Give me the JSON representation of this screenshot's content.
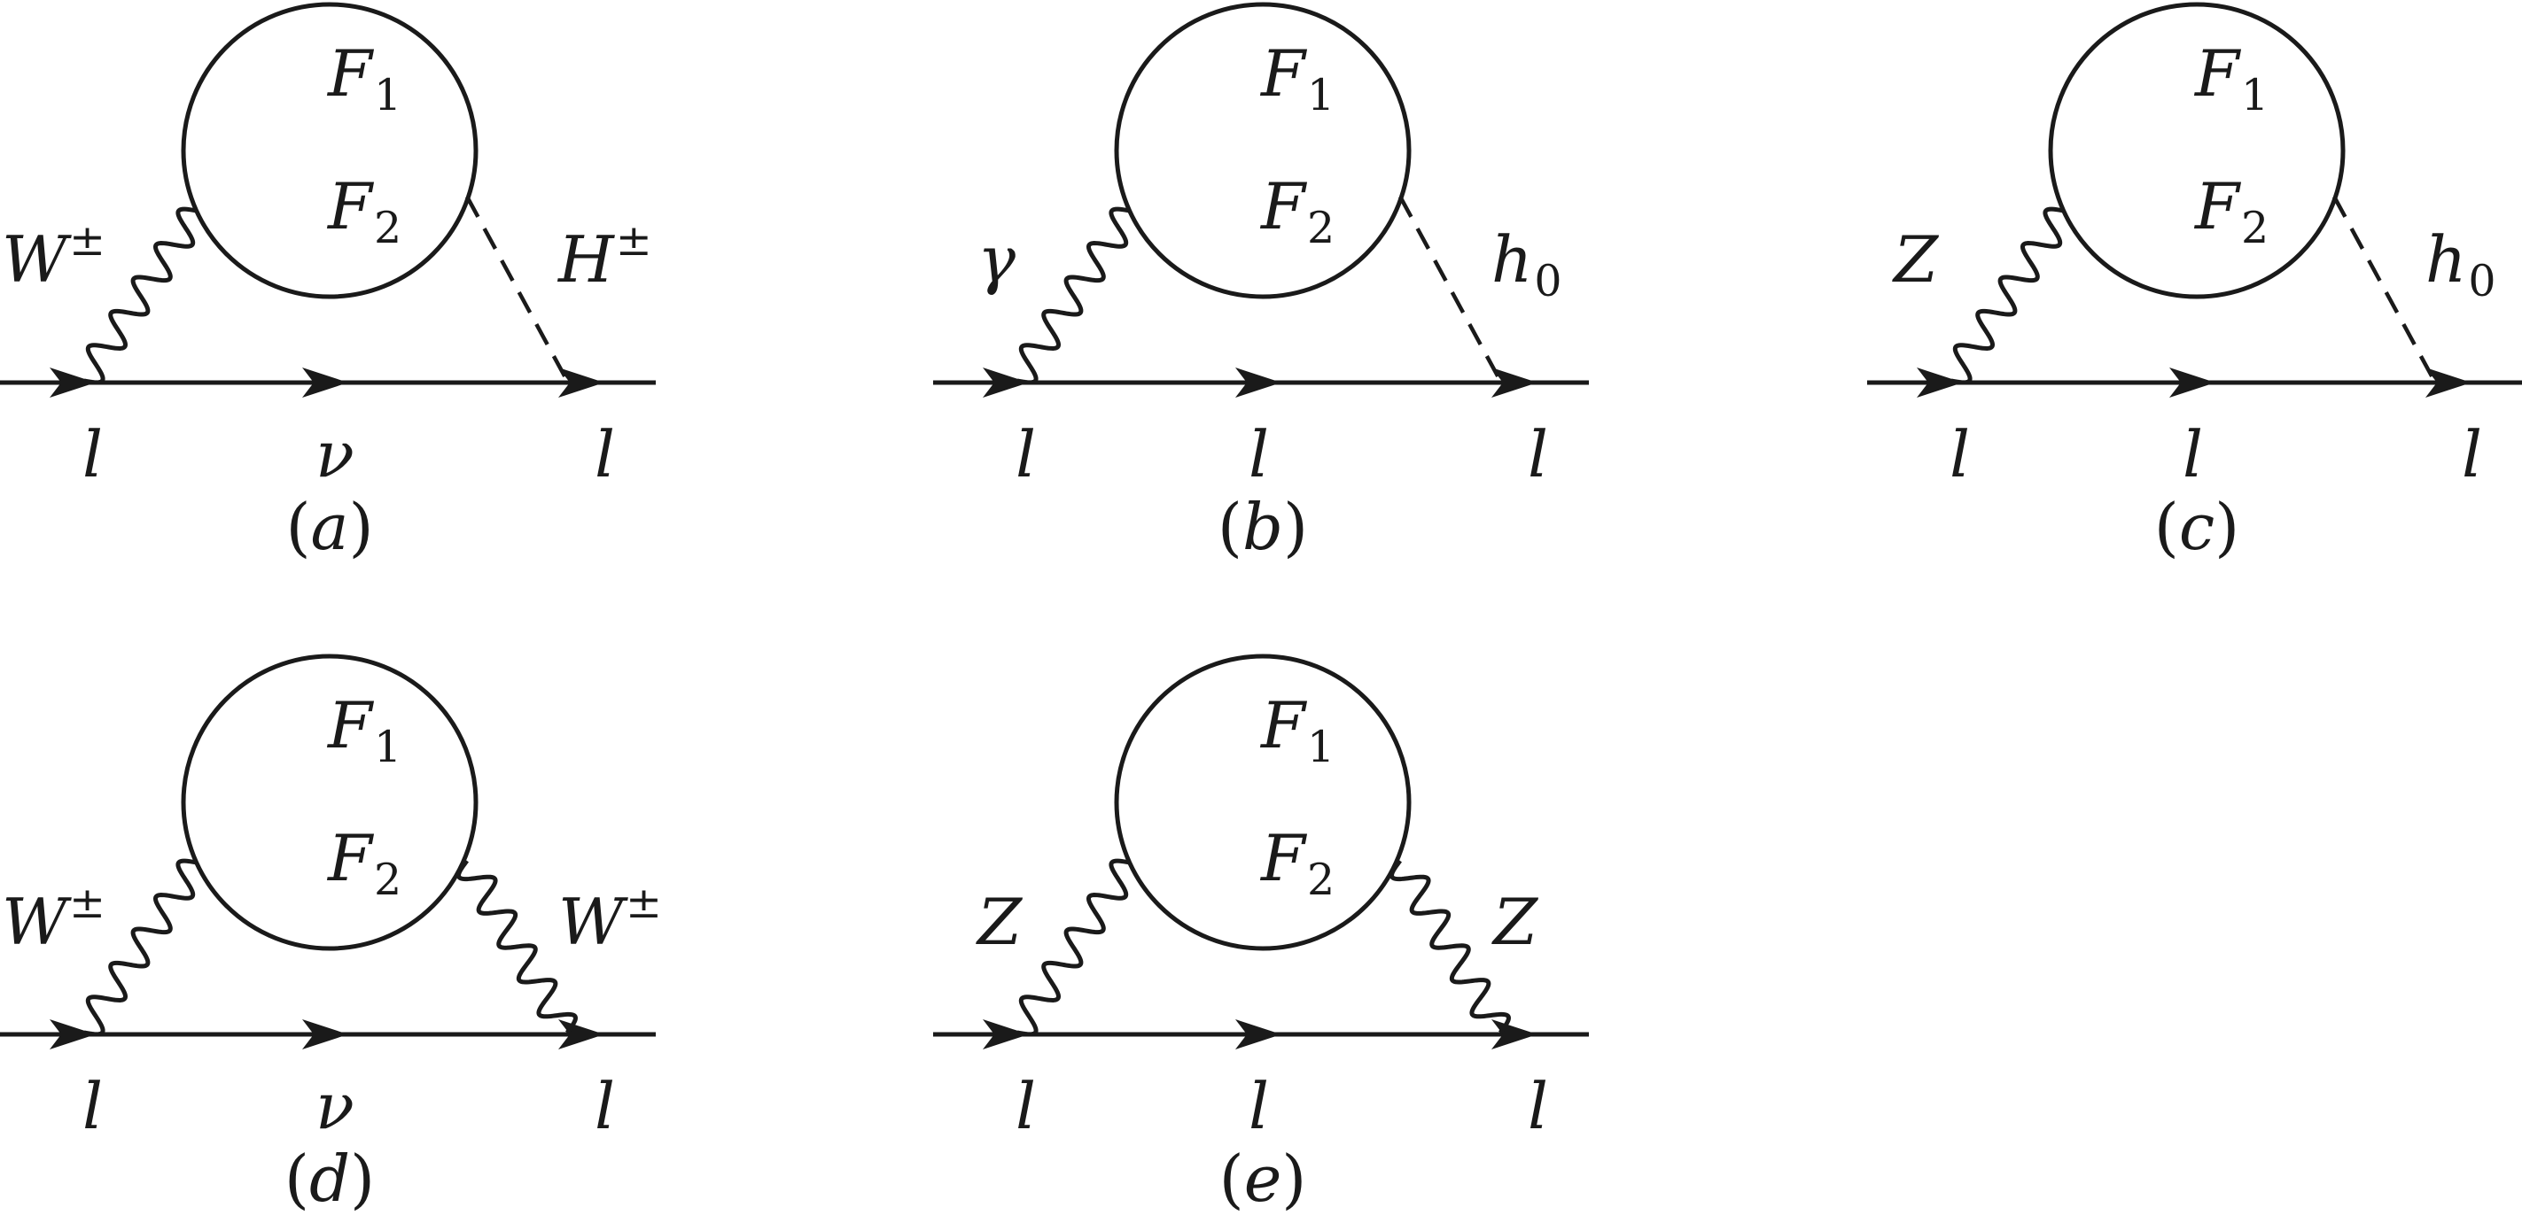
{
  "diagrams": [
    {
      "id": "a",
      "caption": {
        "open": "(",
        "letter": "a",
        "close": ")"
      },
      "loop": {
        "top": {
          "base": "F",
          "sub": "1"
        },
        "bottom": {
          "base": "F",
          "sub": "2"
        }
      },
      "left_boson": {
        "base": "W",
        "sup": "±",
        "sub": ""
      },
      "right_boson": {
        "base": "H",
        "sup": "±",
        "sub": ""
      },
      "fermions": [
        "l",
        "ν",
        "l"
      ]
    },
    {
      "id": "b",
      "caption": {
        "open": "(",
        "letter": "b",
        "close": ")"
      },
      "loop": {
        "top": {
          "base": "F",
          "sub": "1"
        },
        "bottom": {
          "base": "F",
          "sub": "2"
        }
      },
      "left_boson": {
        "base": "γ",
        "sup": "",
        "sub": ""
      },
      "right_boson": {
        "base": "h",
        "sup": "",
        "sub": "0"
      },
      "fermions": [
        "l",
        "l",
        "l"
      ]
    },
    {
      "id": "c",
      "caption": {
        "open": "(",
        "letter": "c",
        "close": ")"
      },
      "loop": {
        "top": {
          "base": "F",
          "sub": "1"
        },
        "bottom": {
          "base": "F",
          "sub": "2"
        }
      },
      "left_boson": {
        "base": "Z",
        "sup": "",
        "sub": ""
      },
      "right_boson": {
        "base": "h",
        "sup": "",
        "sub": "0"
      },
      "fermions": [
        "l",
        "l",
        "l"
      ]
    },
    {
      "id": "d",
      "caption": {
        "open": "(",
        "letter": "d",
        "close": ")"
      },
      "loop": {
        "top": {
          "base": "F",
          "sub": "1"
        },
        "bottom": {
          "base": "F",
          "sub": "2"
        }
      },
      "left_boson": {
        "base": "W",
        "sup": "±",
        "sub": ""
      },
      "right_boson": {
        "base": "W",
        "sup": "±",
        "sub": ""
      },
      "fermions": [
        "l",
        "ν",
        "l"
      ]
    },
    {
      "id": "e",
      "caption": {
        "open": "(",
        "letter": "e",
        "close": ")"
      },
      "loop": {
        "top": {
          "base": "F",
          "sub": "1"
        },
        "bottom": {
          "base": "F",
          "sub": "2"
        }
      },
      "left_boson": {
        "base": "Z",
        "sup": "",
        "sub": ""
      },
      "right_boson": {
        "base": "Z",
        "sup": "",
        "sub": ""
      },
      "fermions": [
        "l",
        "l",
        "l"
      ]
    }
  ]
}
